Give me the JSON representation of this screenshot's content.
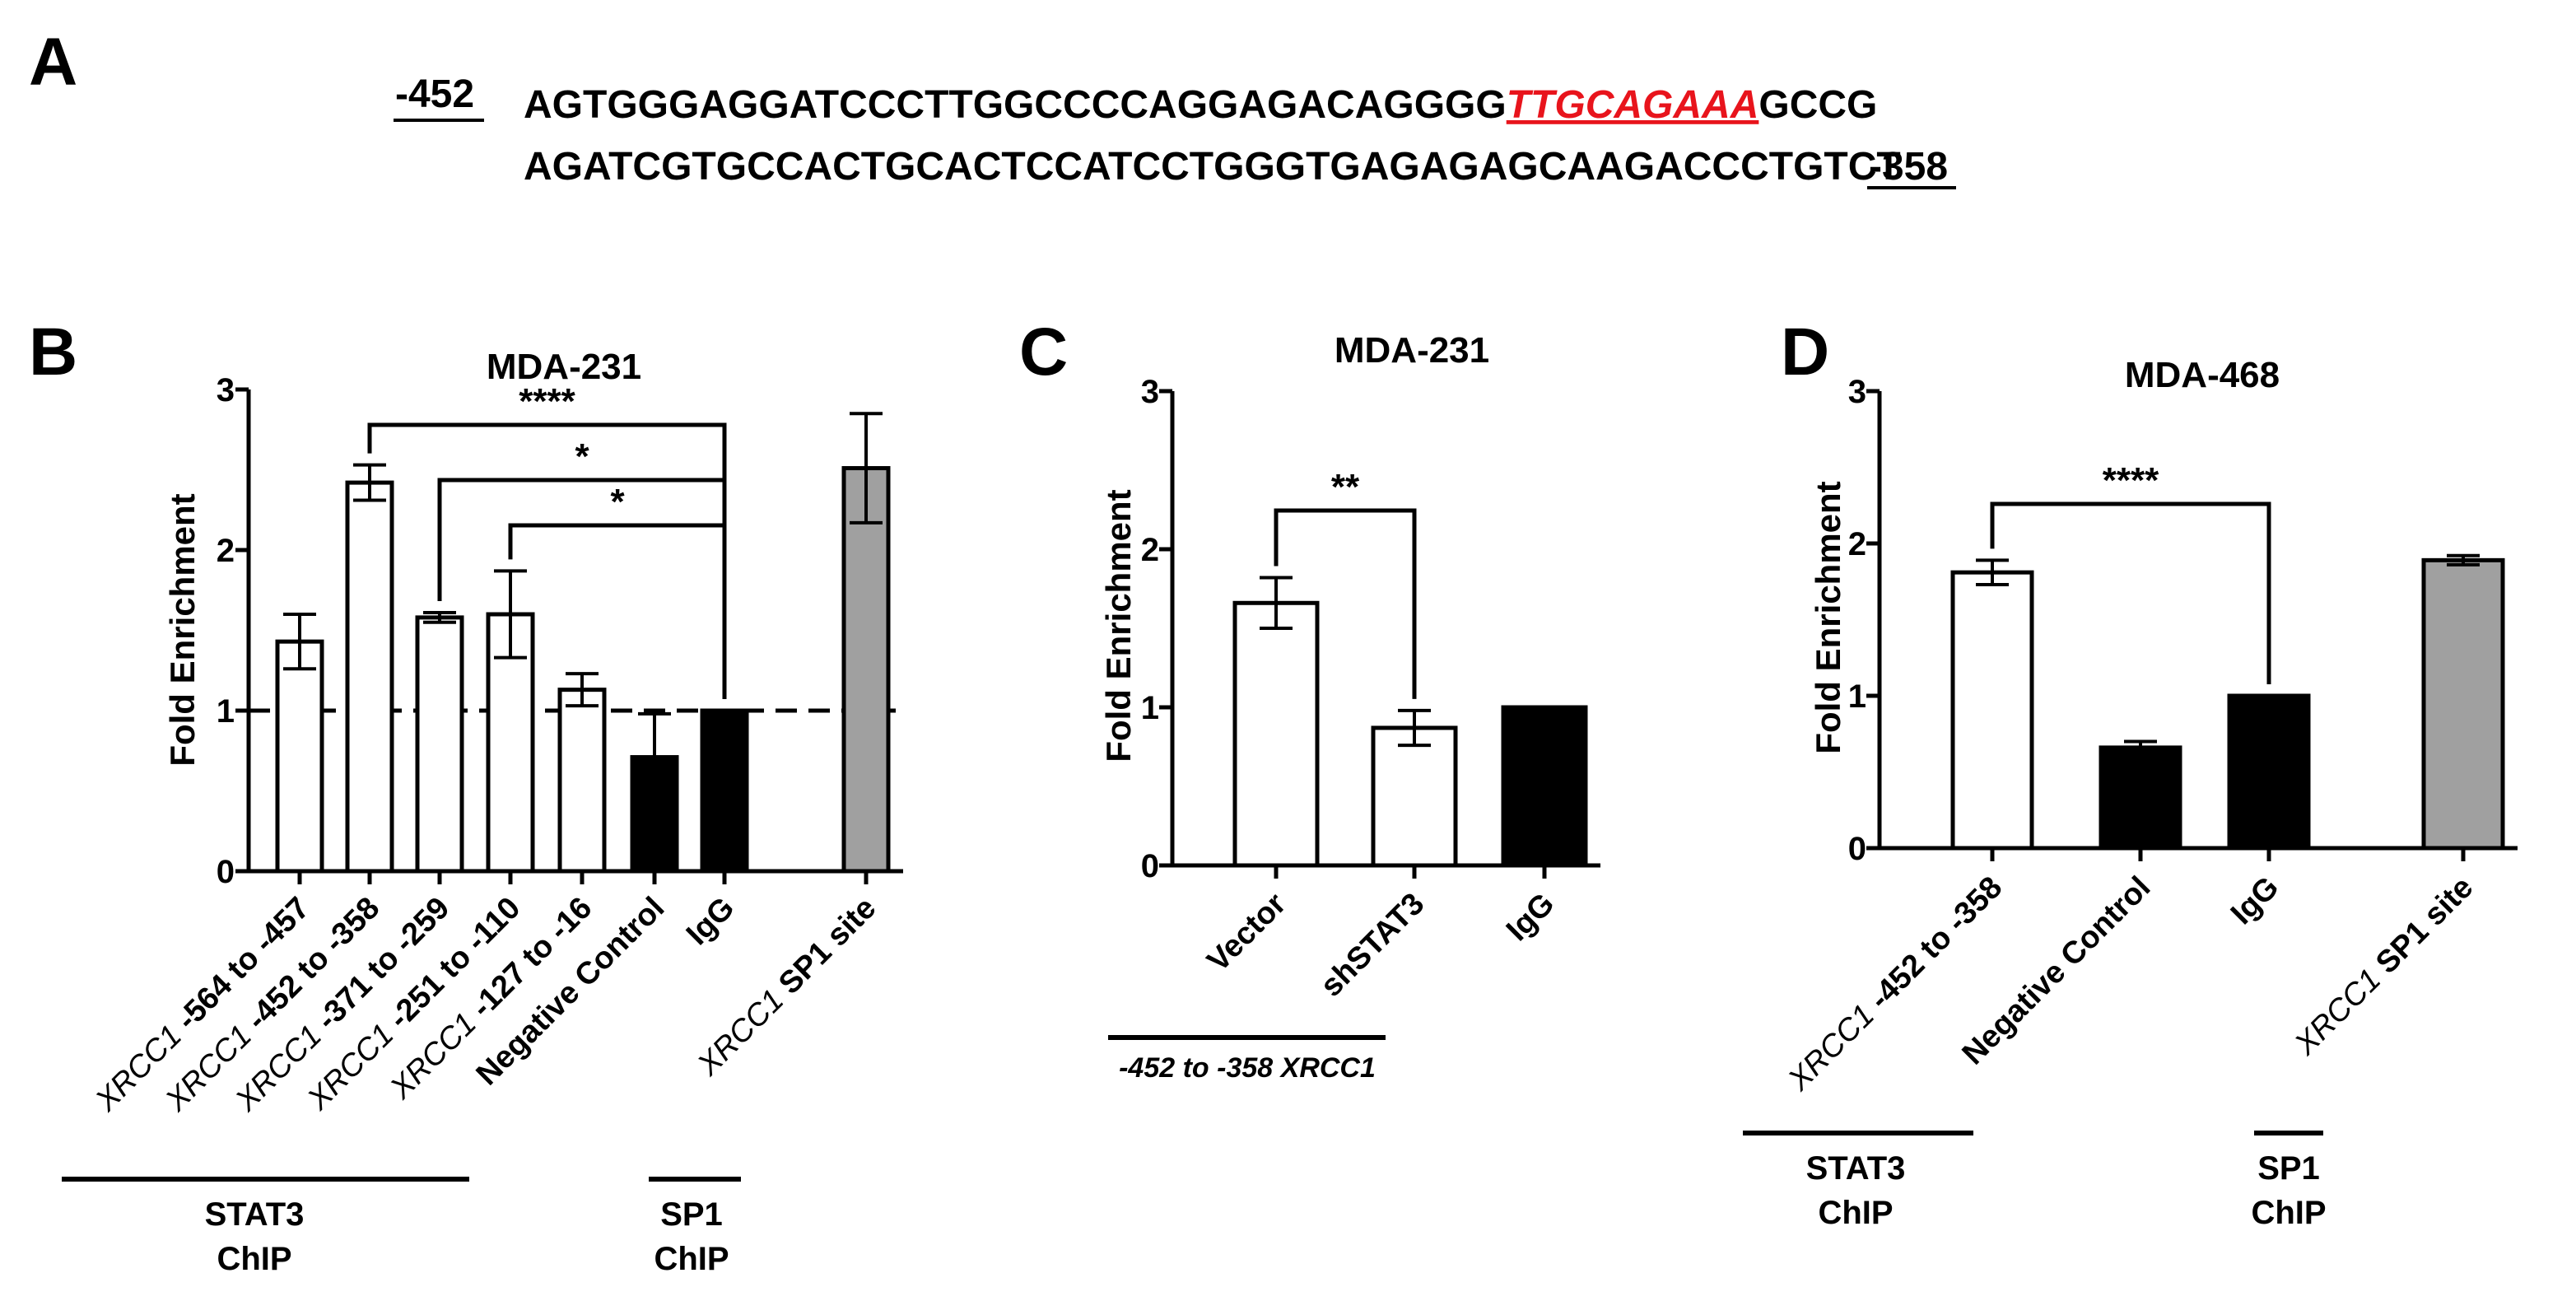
{
  "panel_a": {
    "label": "A",
    "start_label": "-452",
    "end_label": "-358",
    "line1_prefix": "AGTGGGAGGATCCCTTGGCCCCAGGAGACAGGGG",
    "line1_motif": "TTGCAGAAA",
    "line1_suffix": "GCCG",
    "line2": "AGATCGTGCCACTGCACTCCATCCTGGGTGAGAGAGCAAGACCCTGTCT",
    "motif_color": "#e8141c"
  },
  "colors": {
    "stat3": "#ffffff",
    "negative": "#000000",
    "sp1": "#a0a0a0",
    "motif": "#e8141c"
  },
  "chart_data": [
    {
      "panel": "B",
      "type": "bar",
      "title": "MDA-231",
      "ylabel": "Fold Enrichment",
      "ylim": [
        0,
        3
      ],
      "yticks": [
        "0",
        "1",
        "2",
        "3"
      ],
      "reference_line": 1,
      "categories": [
        {
          "gene": "XRCC1",
          "rest": " -564 to -457",
          "value": 1.43,
          "err": 0.17,
          "fill": "white"
        },
        {
          "gene": "XRCC1",
          "rest": " -452 to -358",
          "value": 2.42,
          "err": 0.11,
          "fill": "white"
        },
        {
          "gene": "XRCC1",
          "rest": " -371 to -259",
          "value": 1.58,
          "err": 0.03,
          "fill": "white"
        },
        {
          "gene": "XRCC1",
          "rest": " -251 to -110",
          "value": 1.6,
          "err": 0.27,
          "fill": "white"
        },
        {
          "gene": "XRCC1",
          "rest": " -127 to -16",
          "value": 1.13,
          "err": 0.1,
          "fill": "white"
        },
        {
          "gene": "",
          "rest": "Negative Control",
          "value": 0.71,
          "err": 0.27,
          "fill": "black"
        },
        {
          "gene": "",
          "rest": "IgG",
          "value": 1.0,
          "err": 0,
          "fill": "black"
        },
        {
          "gene": "XRCC1",
          "rest": " SP1 site",
          "value": 2.51,
          "err": 0.34,
          "fill": "gray"
        }
      ],
      "significance": [
        {
          "label": "****",
          "from": 1,
          "to": 6
        },
        {
          "label": "*",
          "from": 2,
          "to": 6
        },
        {
          "label": "*",
          "from": 3,
          "to": 6
        }
      ],
      "groups": [
        {
          "line1": "STAT3",
          "line2": "ChIP"
        },
        {
          "line1": "SP1",
          "line2": "ChIP"
        }
      ]
    },
    {
      "panel": "C",
      "type": "bar",
      "title": "MDA-231",
      "ylabel": "Fold Enrichment",
      "ylim": [
        0,
        3
      ],
      "yticks": [
        "0",
        "1",
        "2",
        "3"
      ],
      "categories": [
        {
          "gene": "",
          "rest": "Vector",
          "value": 1.66,
          "err": 0.16,
          "fill": "white"
        },
        {
          "gene": "",
          "rest": "shSTAT3",
          "value": 0.87,
          "err": 0.11,
          "fill": "white"
        },
        {
          "gene": "",
          "rest": "IgG",
          "value": 1.0,
          "err": 0,
          "fill": "black"
        }
      ],
      "significance": [
        {
          "label": "**",
          "from": 0,
          "to": 1
        }
      ],
      "group_label": "-452 to -358 XRCC1"
    },
    {
      "panel": "D",
      "type": "bar",
      "title": "MDA-468",
      "ylabel": "Fold Enrichment",
      "ylim": [
        0,
        3
      ],
      "yticks": [
        "0",
        "1",
        "2",
        "3"
      ],
      "categories": [
        {
          "gene": "XRCC1",
          "rest": " -452 to -358",
          "value": 1.81,
          "err": 0.08,
          "fill": "white"
        },
        {
          "gene": "",
          "rest": "Negative Control",
          "value": 0.66,
          "err": 0.04,
          "fill": "black"
        },
        {
          "gene": "",
          "rest": "IgG",
          "value": 1.0,
          "err": 0,
          "fill": "black"
        },
        {
          "gene": "XRCC1",
          "rest": " SP1 site",
          "value": 1.89,
          "err": 0.03,
          "fill": "gray"
        }
      ],
      "significance": [
        {
          "label": "****",
          "from": 0,
          "to": 2
        }
      ],
      "groups": [
        {
          "line1": "STAT3",
          "line2": "ChIP"
        },
        {
          "line1": "SP1",
          "line2": "ChIP"
        }
      ]
    }
  ]
}
